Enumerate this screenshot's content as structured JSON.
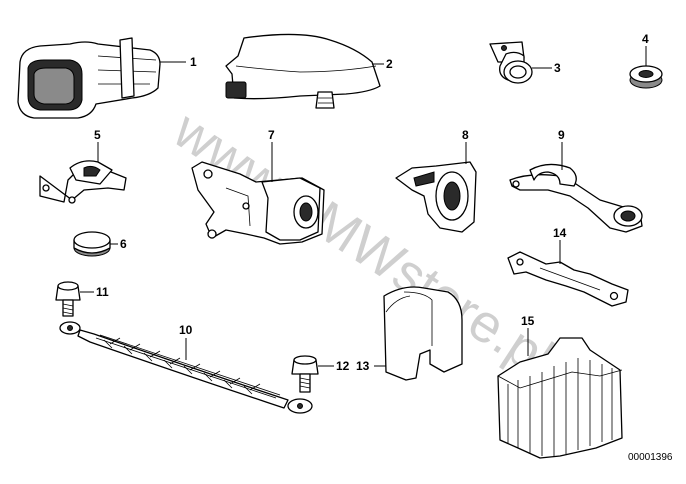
{
  "watermark": "www.BMWstore.pl",
  "document_number": "00001396",
  "callouts": [
    "1",
    "2",
    "3",
    "4",
    "5",
    "6",
    "7",
    "8",
    "9",
    "10",
    "11",
    "12",
    "13",
    "14",
    "15"
  ],
  "colors": {
    "line": "#000000",
    "background": "#ffffff",
    "watermark": "#cfcfcf"
  }
}
